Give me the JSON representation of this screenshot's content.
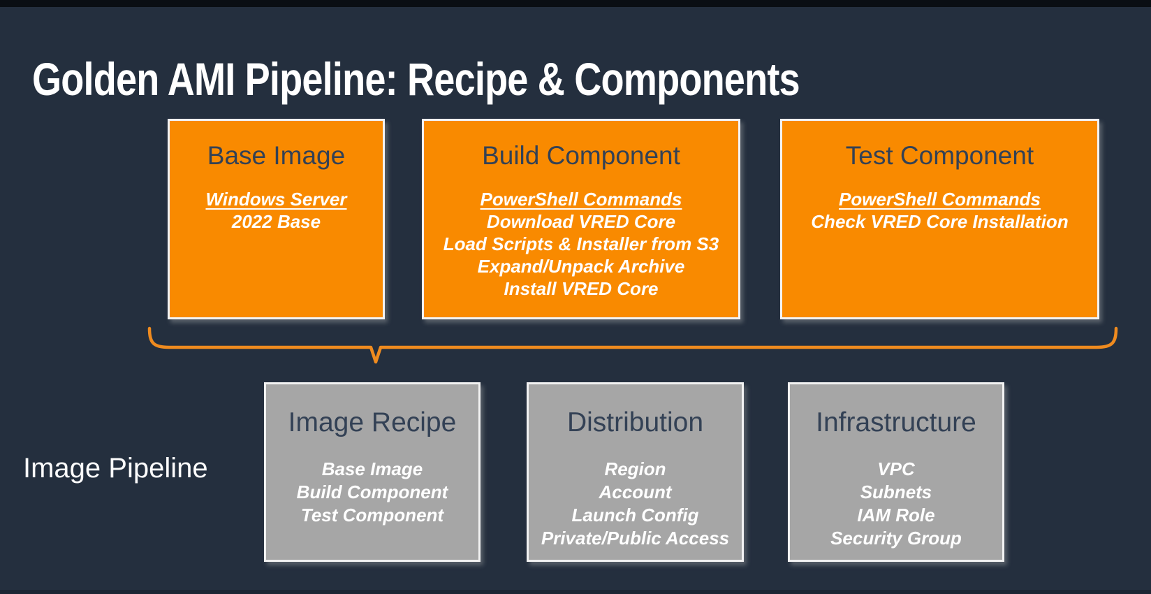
{
  "slide": {
    "title": "Golden AMI Pipeline: Recipe & Components",
    "pipeline_label": "Image Pipeline"
  },
  "colors": {
    "background": "#242F3E",
    "accent_orange": "#F98A00",
    "bracket_orange": "#EF8B1F",
    "box_gray": "#A6A6A6",
    "box_heading_text": "#334155",
    "body_text": "#FFFFFF",
    "top_bar": "#0A0E13"
  },
  "recipe_boxes": [
    {
      "title": "Base Image",
      "subtitle": "Windows Server",
      "items": [
        "2022 Base"
      ]
    },
    {
      "title": "Build Component",
      "subtitle": "PowerShell Commands",
      "items": [
        "Download VRED Core",
        "Load Scripts & Installer from S3",
        "Expand/Unpack Archive",
        "Install VRED Core"
      ]
    },
    {
      "title": "Test Component",
      "subtitle": "PowerShell Commands",
      "items": [
        "Check VRED Core Installation"
      ]
    }
  ],
  "pipeline_boxes": [
    {
      "title": "Image Recipe",
      "items": [
        "Base Image",
        "Build Component",
        "Test Component"
      ]
    },
    {
      "title": "Distribution",
      "items": [
        "Region",
        "Account",
        "Launch Config",
        "Private/Public Access"
      ]
    },
    {
      "title": "Infrastructure",
      "items": [
        "VPC",
        "Subnets",
        "IAM Role",
        "Security Group"
      ]
    }
  ]
}
